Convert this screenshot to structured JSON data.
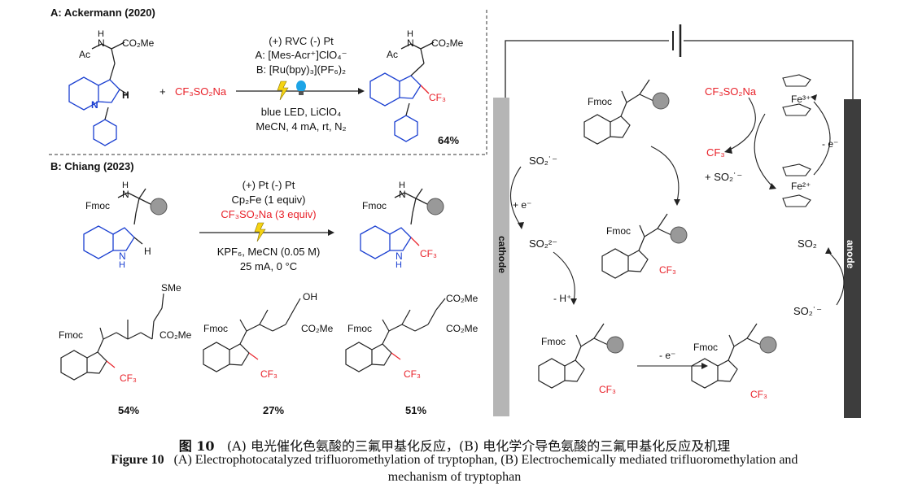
{
  "panel_a": {
    "title": "A: Ackermann (2020)",
    "conditions": [
      "(+) RVC (-) Pt",
      "A: [Mes-Acr⁺]ClO₄⁻",
      "B: [Ru(bpy)₃](PF₆)₂",
      "blue LED, LiClO₄",
      "MeCN, 4 mA, rt, N₂"
    ],
    "plus": "+",
    "reagent": "CF₃SO₂Na",
    "sm_labels": {
      "ac": "Ac",
      "nh": "N",
      "h": "H",
      "ester": "CO₂Me",
      "nitrogen": "N",
      "c2h": "H"
    },
    "product_labels": {
      "ac": "Ac",
      "nh": "N",
      "h": "H",
      "ester": "CO₂Me",
      "cf3": "CF₃"
    },
    "yield": "64%"
  },
  "panel_b": {
    "title": "B: Chiang (2023)",
    "conditions_top": [
      "(+) Pt (-) Pt",
      "Cp₂Fe (1 equiv)"
    ],
    "conditions_red": "CF₃SO₂Na (3 equiv)",
    "conditions_bottom": [
      "KPF₆, MeCN (0.05 M)",
      "25 mA, 0 °C"
    ],
    "sm_labels": {
      "fmoc": "Fmoc",
      "nh": "N",
      "h": "H",
      "indole_nh": "N",
      "indole_h": "H",
      "c2h": "H"
    },
    "product_labels": {
      "fmoc": "Fmoc",
      "nh": "N",
      "h": "H",
      "indole_nh": "N",
      "indole_h": "H",
      "cf3": "CF₃"
    },
    "examples": [
      {
        "yield": "54%",
        "side": "SMe",
        "ester": "CO₂Me",
        "fmoc": "Fmoc",
        "cf3": "CF₃"
      },
      {
        "yield": "27%",
        "side": "OH",
        "ester": "CO₂Me",
        "fmoc": "Fmoc",
        "cf3": "CF₃"
      },
      {
        "yield": "51%",
        "side": "CO₂Me",
        "ester": "CO₂Me",
        "fmoc": "Fmoc",
        "cf3": "CF₃"
      }
    ]
  },
  "mechanism": {
    "cathode": "cathode",
    "anode": "anode",
    "so2_radical_anion_left": "SO₂˙⁻",
    "plus_e": "+ e⁻",
    "so2_dianion": "SO₂²⁻",
    "minus_h": "- H⁺",
    "cf3so2na": "CF₃SO₂Na",
    "cf3_radical": "CF₃",
    "plus_so2": "+ SO₂˙⁻",
    "fe3": "Fe³⁺",
    "fe2": "Fe²⁺",
    "minus_e_right": "- e⁻",
    "so2_anode": "SO₂",
    "so2_radical_anode": "SO₂˙⁻",
    "minus_e_bottom": "- e⁻",
    "fmoc": "Fmoc",
    "cf3": "CF₃"
  },
  "caption": {
    "cn_label": "图 10",
    "cn_text": "(A) 电光催化色氨酸的三氟甲基化反应，(B) 电化学介导色氨酸的三氟甲基化反应及机理",
    "en_label": "Figure 10",
    "en_text": "(A) Electrophotocatalyzed trifluoromethylation of tryptophan, (B) Electrochemically mediated trifluoromethylation and",
    "en_text2": "mechanism of tryptophan"
  }
}
